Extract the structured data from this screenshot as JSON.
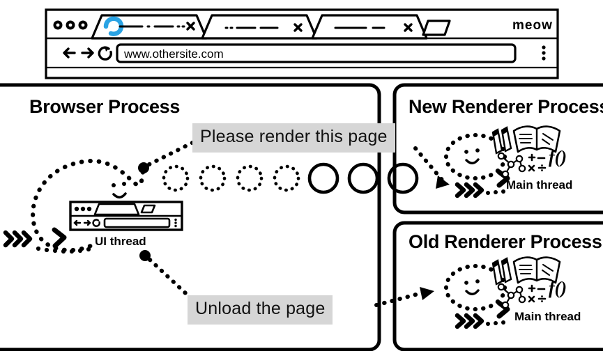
{
  "browser_window": {
    "tabs": [
      {
        "name": "tab-active",
        "title_redacted": "— · — ··",
        "active": true,
        "loading": true,
        "spinner_color": "#2aa3e4",
        "close_label": "✕"
      },
      {
        "name": "tab-second",
        "title_redacted": ".. — —",
        "active": false,
        "loading": false,
        "close_label": "✕"
      },
      {
        "name": "tab-third",
        "title_redacted": "—— —",
        "active": false,
        "loading": false,
        "close_label": "✕"
      }
    ],
    "new_tab_button": "new-tab",
    "window_controls": [
      "close",
      "minimize",
      "maximize"
    ],
    "brand_label": "meow",
    "toolbar": {
      "back_icon": "←",
      "forward_icon": "→",
      "reload_icon": "↻",
      "url_value": "www.othersite.com",
      "menu_icon": "⋮"
    }
  },
  "panels": {
    "browser_process": {
      "title": "Browser Process",
      "thread_label": "UI thread",
      "thread_icon": "browser-window-icon",
      "navigation_circles": {
        "pending_dotted": 4,
        "committed_solid": 3,
        "origin_dot": "filled-dot"
      }
    },
    "new_renderer_process": {
      "title": "New Renderer Process",
      "thread_label": "Main thread",
      "icons": [
        "pencils-icon",
        "open-book-icon",
        "dom-tree-icon",
        "math-symbols-icon",
        "function-icon"
      ]
    },
    "old_renderer_process": {
      "title": "Old Renderer Process",
      "thread_label": "Main thread",
      "icons": [
        "pencils-icon",
        "open-book-icon",
        "dom-tree-icon",
        "math-symbols-icon",
        "function-icon"
      ]
    }
  },
  "messages": [
    {
      "name": "message-render-page",
      "text": "Please render this page",
      "from": "UI thread",
      "to": "New Renderer Process"
    },
    {
      "name": "message-unload-page",
      "text": "Unload the page",
      "from": "UI thread",
      "to": "Old Renderer Process"
    }
  ],
  "colors": {
    "stroke": "#000000",
    "background": "#ffffff",
    "label_highlight": "#d6d6d6",
    "spinner_blue": "#2aa3e4"
  }
}
